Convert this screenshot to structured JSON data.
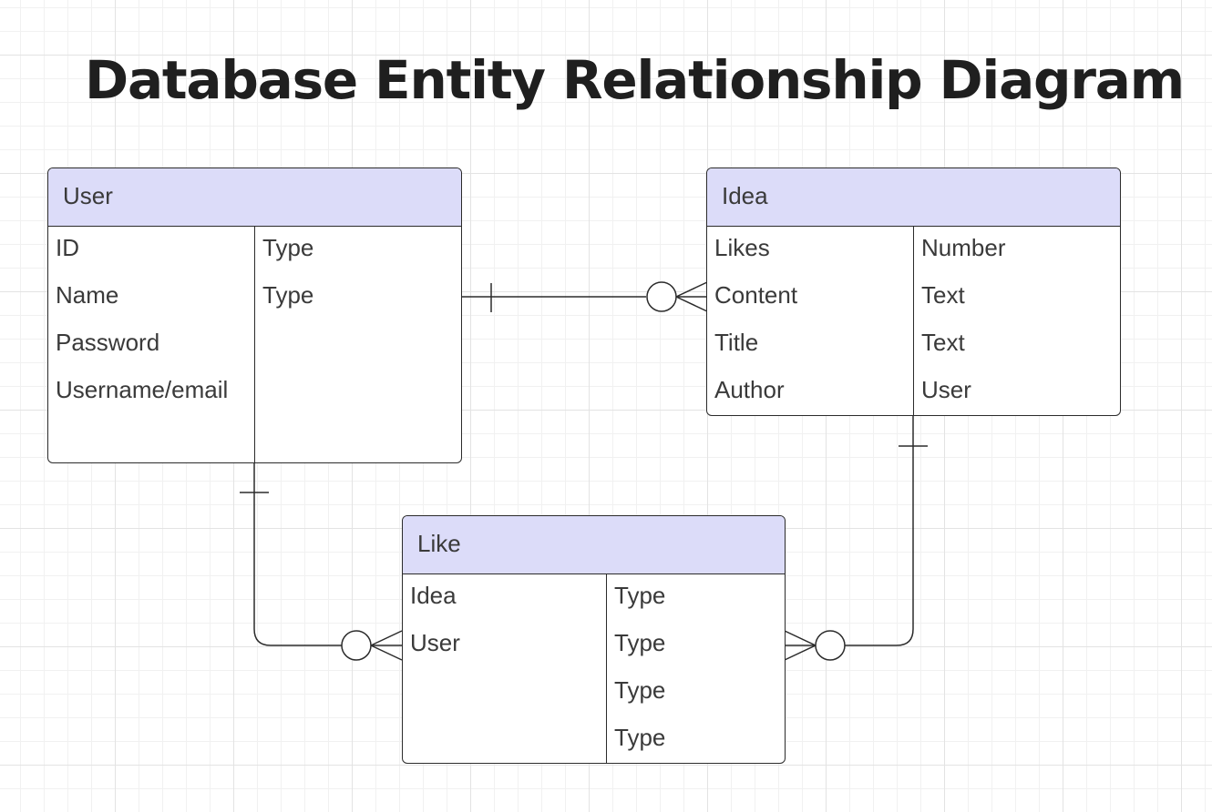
{
  "title": "Database Entity Relationship Diagram",
  "colors": {
    "header_fill": "#dcdcf9",
    "border": "#2b2b2b",
    "grid": "#e3e3e3"
  },
  "entities": {
    "user": {
      "name": "User",
      "attributes": [
        "ID",
        "Name",
        "Password",
        "Username/email"
      ],
      "types": [
        "Type",
        "Type"
      ]
    },
    "idea": {
      "name": "Idea",
      "attributes": [
        "Likes",
        "Content",
        "Title",
        "Author"
      ],
      "types": [
        "Number",
        "Text",
        "Text",
        "User"
      ]
    },
    "like": {
      "name": "Like",
      "attributes": [
        "Idea",
        "User"
      ],
      "types": [
        "Type",
        "Type",
        "Type",
        "Type"
      ]
    }
  },
  "relationships": [
    {
      "from": "User",
      "to": "Idea",
      "from_cardinality": "one",
      "to_cardinality": "zero-or-many"
    },
    {
      "from": "User",
      "to": "Like",
      "from_cardinality": "one",
      "to_cardinality": "zero-or-many"
    },
    {
      "from": "Idea",
      "to": "Like",
      "from_cardinality": "one",
      "to_cardinality": "zero-or-many"
    }
  ]
}
